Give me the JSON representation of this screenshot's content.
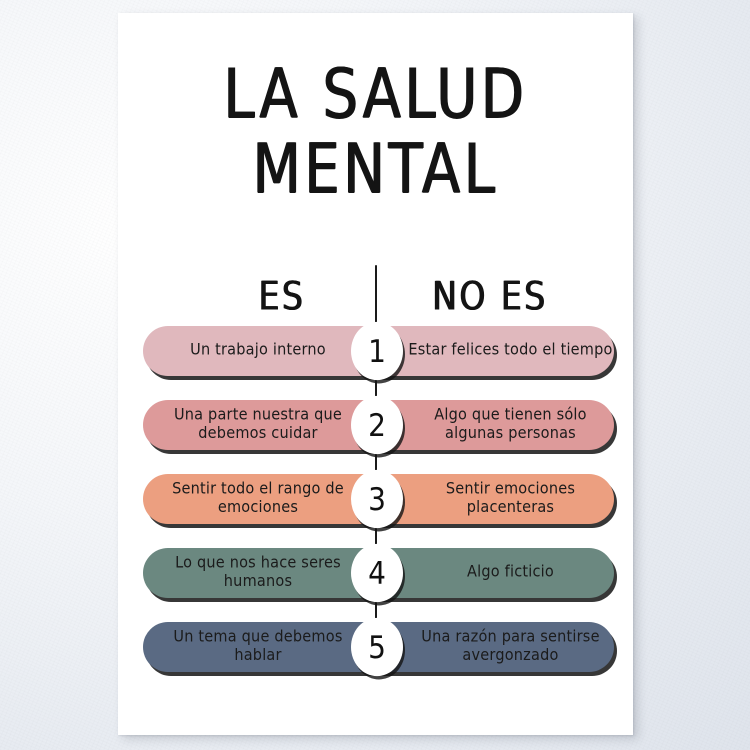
{
  "poster": {
    "title_line_1": "LA SALUD",
    "title_line_2": "MENTAL",
    "heading_left": "ES",
    "heading_right": "NO ES",
    "rows": [
      {
        "number": "1",
        "left": "Un trabajo interno",
        "right": "Estar felices todo el tiempo",
        "color": "#e0b8bd"
      },
      {
        "number": "2",
        "left": "Una parte nuestra que debemos cuidar",
        "right": "Algo que tienen sólo algunas personas",
        "color": "#dd9a9a"
      },
      {
        "number": "3",
        "left": "Sentir todo el rango de emociones",
        "right": "Sentir emociones placenteras",
        "color": "#ec9f80"
      },
      {
        "number": "4",
        "left": "Lo que nos hace seres humanos",
        "right": "Algo ficticio",
        "color": "#6b8880"
      },
      {
        "number": "5",
        "left": "Un tema que debemos hablar",
        "right": "Una razón para sentirse avergonzado",
        "color": "#5a6a83"
      }
    ],
    "colors": {
      "ink": "#141414",
      "paper": "#ffffff",
      "backdrop": "#e7ebf1"
    }
  }
}
